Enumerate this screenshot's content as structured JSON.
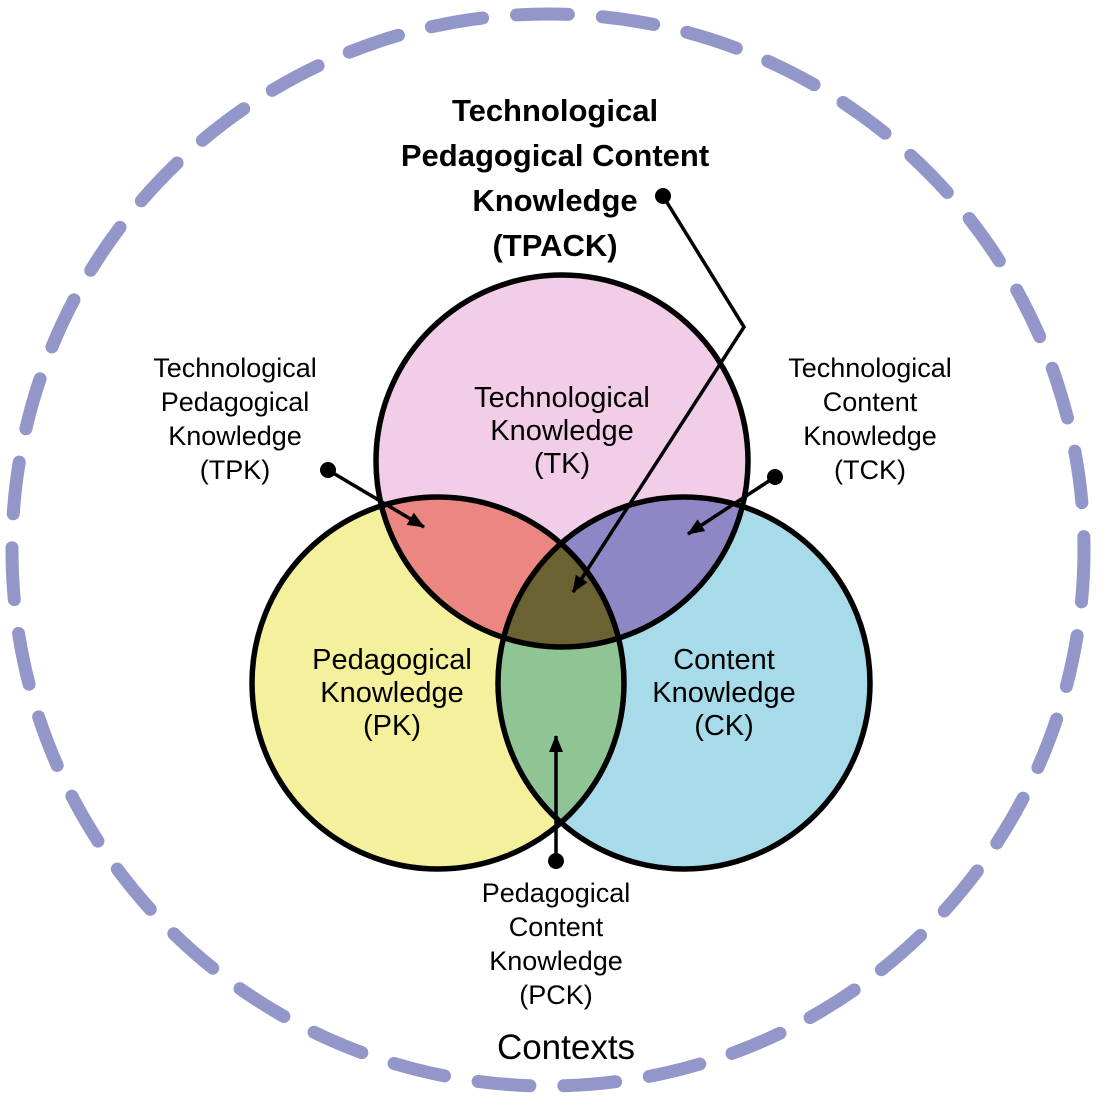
{
  "title": {
    "text": "Technological\nPedagogical Content\nKnowledge\n(TPACK)"
  },
  "circles": {
    "tk": {
      "label": "Technological\nKnowledge\n(TK)"
    },
    "pk": {
      "label": "Pedagogical\nKnowledge\n(PK)"
    },
    "ck": {
      "label": "Content\nKnowledge\n(CK)"
    }
  },
  "intersections": {
    "tpk": {
      "label": "Technological\nPedagogical\nKnowledge\n(TPK)"
    },
    "tck": {
      "label": "Technological\nContent\nKnowledge\n(TCK)"
    },
    "pck": {
      "label": "Pedagogical\nContent\nKnowledge\n(PCK)"
    }
  },
  "context": {
    "label": "Contexts"
  },
  "colors": {
    "tk_fill": "#f1cde7",
    "pk_fill": "#f4f09b",
    "ck_fill": "#a8dbe9",
    "tpk_fill": "#ec8682",
    "tck_fill": "#8f86c5",
    "pck_fill": "#8fc494",
    "tpack_fill": "#6a6233",
    "outline": "#000000",
    "annotation": "#000000",
    "contexts_dash": "#9296c8"
  }
}
